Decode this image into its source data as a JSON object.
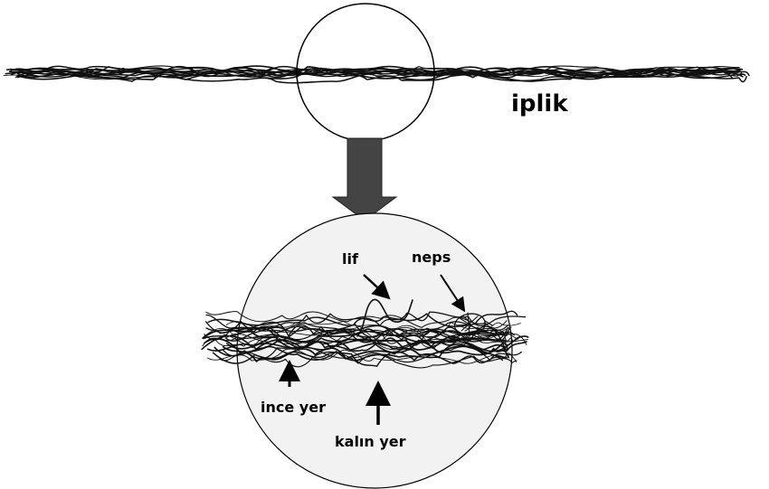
{
  "labels": {
    "yarn": "iplik",
    "fiber": "lif",
    "nep": "neps",
    "thin_place": "ince yer",
    "thick_place": "kalın yer"
  },
  "colors": {
    "ink": "#111111",
    "circle_fill": "#f2f2f2",
    "big_arrow": "#444444"
  }
}
